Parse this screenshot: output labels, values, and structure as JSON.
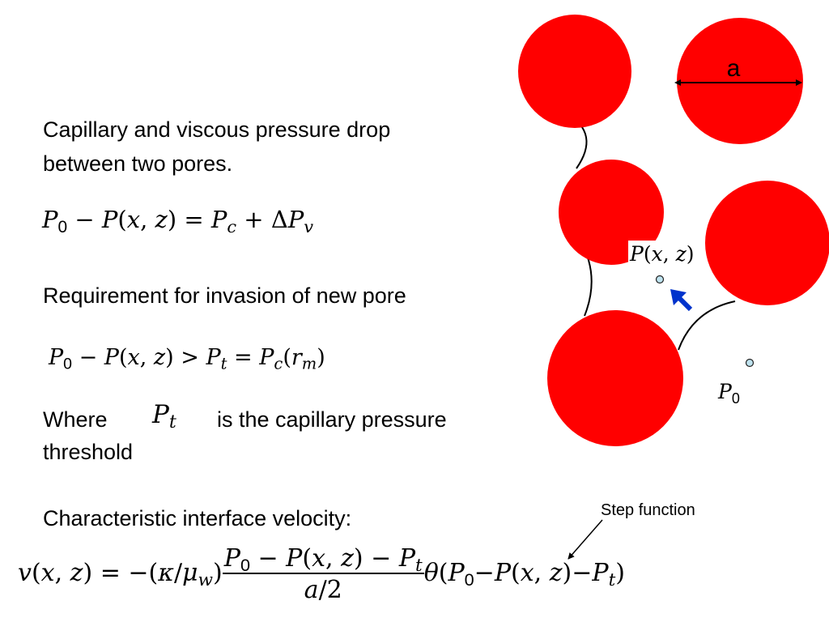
{
  "text": {
    "heading_line1": "Capillary and  viscous  pressure  drop",
    "heading_line2": "between  two   pores.",
    "requirement": "Requirement  for  invasion of  new  pore",
    "where_word": "Where",
    "where_rest": "is  the capillary  pressure",
    "threshold_word": "threshold",
    "velocity_heading": "Characteristic  interface  velocity:",
    "step_function_label": "Step function"
  },
  "diagram": {
    "dimension_label": "a",
    "point_label_px": "P(x,z)",
    "point_label_p0": "P0"
  },
  "colors": {
    "pore": "#ff0000",
    "arrow": "#0033cc",
    "point_fill": "#bfe3ef"
  }
}
